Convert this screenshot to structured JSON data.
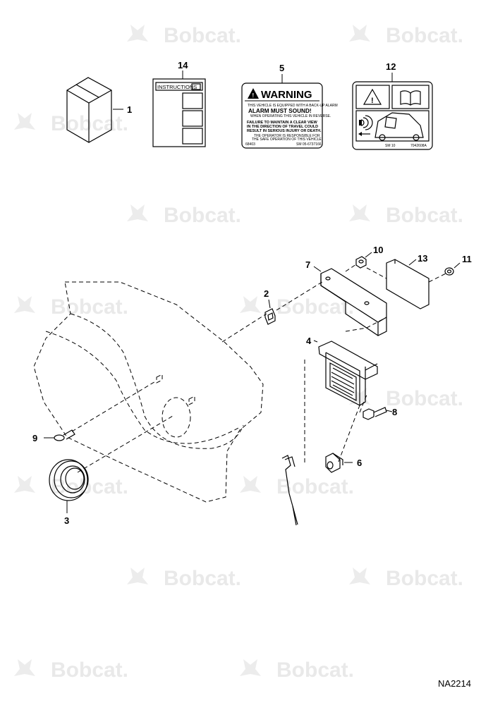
{
  "watermark": {
    "text": "Bobcat."
  },
  "callouts": {
    "c1": "1",
    "c2": "2",
    "c3": "3",
    "c4": "4",
    "c5": "5",
    "c6": "6",
    "c7": "7",
    "c8": "8",
    "c9": "9",
    "c10": "10",
    "c11": "11",
    "c12": "12",
    "c13": "13",
    "c14": "14"
  },
  "instructions_sheet": {
    "title": "INSTRUCTIONS"
  },
  "warning_decal": {
    "header": "WARNING",
    "line1": "THIS VEHICLE IS EQUIPPED WITH A BACK-UP ALARM",
    "line2": "ALARM MUST SOUND!",
    "line3": "WHEN OPERATING THIS VEHICLE IN REVERSE.",
    "line4": "FAILURE TO MAINTAIN A CLEAR VIEW",
    "line5": "IN THE DIRECTION OF TRAVEL COULD",
    "line6": "RESULT IN SERIOUS INJURY OR DEATH.",
    "line7": "THE OPERATOR IS RESPONSIBLE FOR",
    "line8": "THE SAFE OPERATION OF THIS VEHICLE",
    "code_left": "68403",
    "code_right": "SM 05-6737166"
  },
  "pictorial_decal": {
    "code_left": "SM 10",
    "code_right": "7042608A"
  },
  "figure_id": "NA2214"
}
